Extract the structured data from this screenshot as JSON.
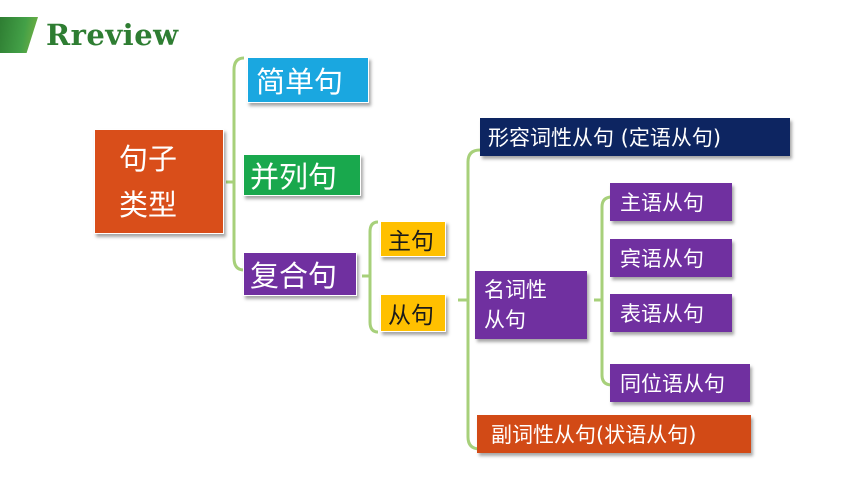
{
  "header": {
    "title": "Rreview"
  },
  "root": {
    "line1": "句子",
    "line2": "类型"
  },
  "level1": {
    "simple": "简单句",
    "compound": "并列句",
    "complex": "复合句"
  },
  "complex_parts": {
    "main": "主句",
    "sub": "从句"
  },
  "clauses": {
    "attributive": "形容词性从句 (定语从句)",
    "noun_line1": "名词性",
    "noun_line2": "从句",
    "adverbial": "副词性从句(状语从句)"
  },
  "noun_clauses": {
    "subject": "主语从句",
    "object": "宾语从句",
    "predicative": "表语从句",
    "appositive": "同位语从句"
  },
  "colors": {
    "accent_green": "#2e7d32",
    "bracket": "#a7d07a",
    "root_box": "#d94e1a",
    "simple_box": "#1aa7e0",
    "compound_box": "#19a84d",
    "purple_box": "#7030a0",
    "yellow_box": "#ffc000",
    "navy_box": "#0d2561",
    "orange_box": "#d24a16"
  }
}
